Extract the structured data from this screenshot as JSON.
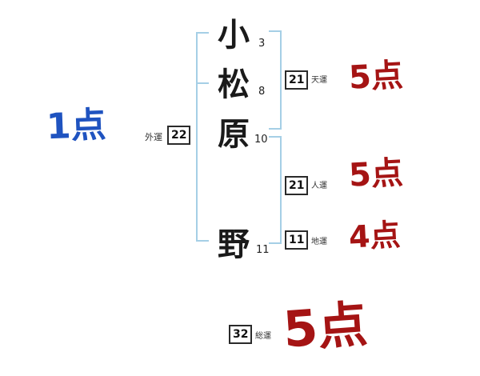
{
  "name": {
    "characters": [
      {
        "char": "小",
        "strokes": "3"
      },
      {
        "char": "松",
        "strokes": "8"
      },
      {
        "char": "原",
        "strokes": "10"
      },
      {
        "char": "野",
        "strokes": "11"
      }
    ]
  },
  "fortunes": {
    "gaiun": {
      "label": "外運",
      "value": "22"
    },
    "tenun": {
      "label": "天運",
      "value": "21"
    },
    "jinun": {
      "label": "人運",
      "value": "21"
    },
    "chiun": {
      "label": "地運",
      "value": "11"
    },
    "souun": {
      "label": "総運",
      "value": "32"
    }
  },
  "scores": {
    "gaiun": "1点",
    "tenun": "5点",
    "jinun": "5点",
    "chiun": "4点",
    "souun": "5点"
  },
  "colors": {
    "score_blue": "#1f53c0",
    "score_red": "#a51414",
    "bracket": "#a5cfe6"
  }
}
